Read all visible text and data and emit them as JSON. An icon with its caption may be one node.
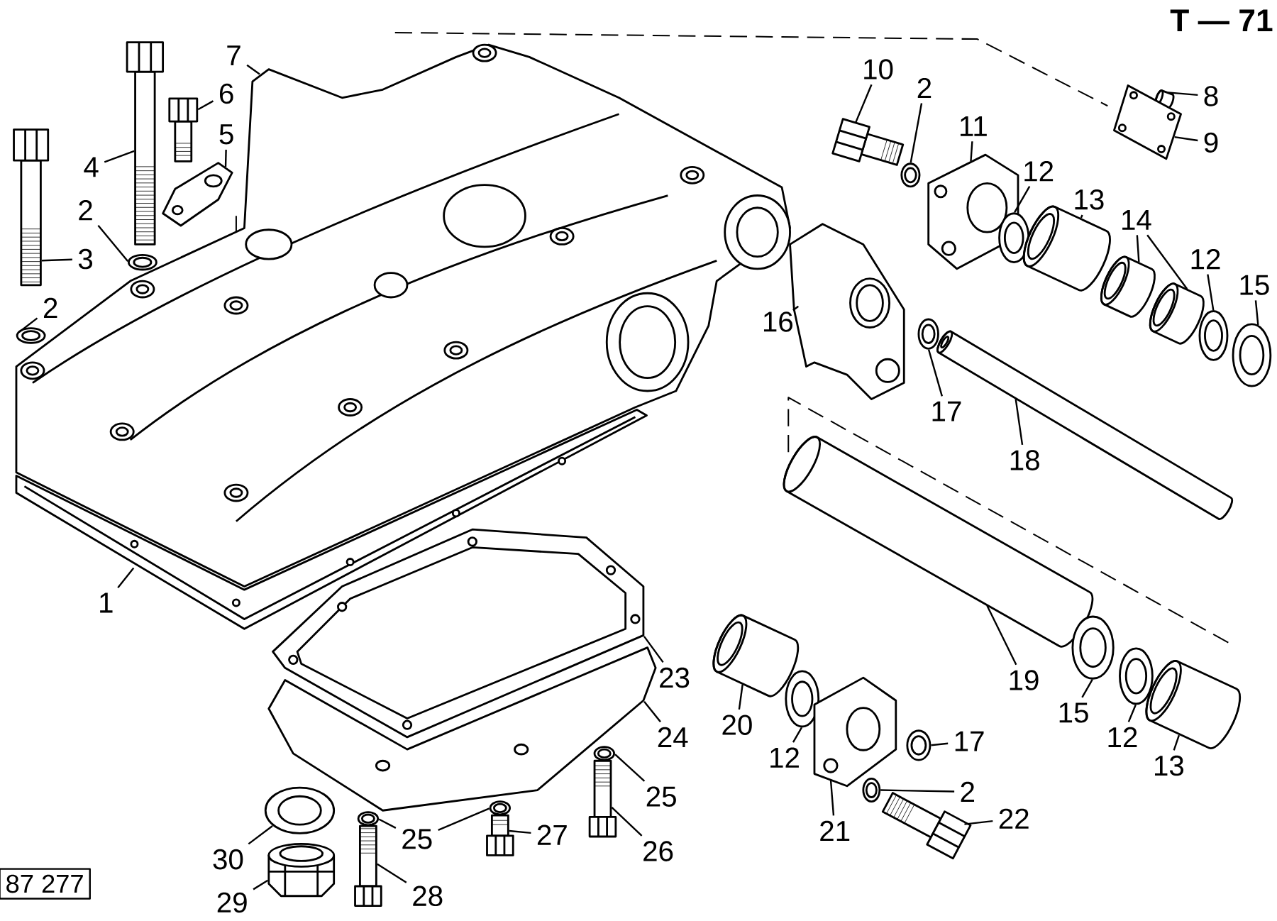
{
  "diagram": {
    "nodes": [
      {
        "text": [
          "1"
        ]
      },
      {
        "text": [],
        "shape": "picture"
      },
      {
        "text": [
          "2"
        ]
      },
      {
        "text": [],
        "shape": "picture"
      },
      {
        "text": [
          "3"
        ]
      },
      {
        "text": [],
        "shape": "picture"
      },
      {
        "text": [
          "2"
        ]
      },
      {
        "text": [],
        "shape": "picture"
      },
      {
        "text": [
          "4"
        ]
      },
      {
        "text": [],
        "shape": "picture"
      },
      {
        "text": [
          "6"
        ]
      },
      {
        "text": [],
        "shape": "picture"
      },
      {
        "text": [
          "5"
        ]
      },
      {
        "text": [],
        "shape": "picture"
      },
      {
        "text": [
          "7"
        ]
      },
      {
        "text": [],
        "shape": "picture"
      },
      {
        "text": [
          "10"
        ]
      },
      {
        "text": [],
        "shape": "picture"
      },
      {
        "text": [
          "2"
        ]
      },
      {
        "text": [],
        "shape": "picture"
      },
      {
        "text": [
          "11"
        ]
      },
      {
        "text": [],
        "shape": "picture"
      },
      {
        "text": [
          "8"
        ]
      },
      {
        "text": [],
        "shape": "picture"
      },
      {
        "text": [
          "9"
        ]
      },
      {
        "text": [],
        "shape": "picture"
      },
      {
        "text": [
          "12"
        ]
      },
      {
        "text": [],
        "shape": "picture"
      },
      {
        "text": [
          "13"
        ]
      },
      {
        "text": [],
        "shape": "picture"
      },
      {
        "text": [
          "14"
        ]
      },
      {
        "text": [],
        "shape": "picture"
      },
      {
        "text": [],
        "shape": "picture"
      },
      {
        "text": [
          "12"
        ]
      },
      {
        "text": [],
        "shape": "picture"
      },
      {
        "text": [
          "15"
        ]
      },
      {
        "text": [],
        "shape": "picture"
      },
      {
        "text": [
          "16"
        ]
      },
      {
        "text": [],
        "shape": "picture"
      },
      {
        "text": [
          "17"
        ]
      },
      {
        "text": [],
        "shape": "picture"
      },
      {
        "text": [
          "18"
        ]
      },
      {
        "text": [],
        "shape": "picture"
      },
      {
        "text": [
          "19"
        ]
      },
      {
        "text": [],
        "shape": "picture"
      },
      {
        "text": [
          "20"
        ]
      },
      {
        "text": [],
        "shape": "picture"
      },
      {
        "text": [
          "12"
        ]
      },
      {
        "text": [],
        "shape": "picture"
      },
      {
        "text": [
          "15"
        ]
      },
      {
        "text": [],
        "shape": "picture"
      },
      {
        "text": [
          "12"
        ]
      },
      {
        "text": [],
        "shape": "picture"
      },
      {
        "text": [
          "13"
        ]
      },
      {
        "text": [],
        "shape": "picture"
      },
      {
        "text": [
          "17"
        ]
      },
      {
        "text": [],
        "shape": "picture"
      },
      {
        "text": [
          "2"
        ]
      },
      {
        "text": [],
        "shape": "picture"
      },
      {
        "text": [
          "21"
        ]
      },
      {
        "text": [],
        "shape": "picture"
      },
      {
        "text": [
          "22"
        ]
      },
      {
        "text": [],
        "shape": "picture"
      },
      {
        "text": [
          "23"
        ]
      },
      {
        "text": [],
        "shape": "picture"
      },
      {
        "text": [
          "24"
        ]
      },
      {
        "text": [],
        "shape": "picture"
      },
      {
        "text": [
          "25"
        ]
      },
      {
        "text": [],
        "shape": "picture"
      },
      {
        "text": [
          "26"
        ]
      },
      {
        "text": [],
        "shape": "picture"
      },
      {
        "text": [
          "25"
        ]
      },
      {
        "text": [],
        "shape": "picture"
      },
      {
        "text": [],
        "shape": "picture"
      },
      {
        "text": [
          "27"
        ]
      },
      {
        "text": [],
        "shape": "picture"
      },
      {
        "text": [
          "28"
        ]
      },
      {
        "text": [],
        "shape": "picture"
      },
      {
        "text": [
          "30"
        ]
      },
      {
        "text": [],
        "shape": "picture"
      },
      {
        "text": [
          "29"
        ]
      },
      {
        "text": [],
        "shape": "picture"
      }
    ],
    "edges": [
      {
        "from": 0,
        "to": 1,
        "arrow": "none"
      },
      {
        "from": 2,
        "to": 3,
        "arrow": "none"
      },
      {
        "from": 4,
        "to": 5,
        "arrow": "none"
      },
      {
        "from": 6,
        "to": 7,
        "arrow": "none"
      },
      {
        "from": 8,
        "to": 9,
        "arrow": "none"
      },
      {
        "from": 10,
        "to": 11,
        "arrow": "none"
      },
      {
        "from": 12,
        "to": 13,
        "arrow": "none"
      },
      {
        "from": 14,
        "to": 15,
        "arrow": "none"
      },
      {
        "from": 16,
        "to": 17,
        "arrow": "none"
      },
      {
        "from": 18,
        "to": 19,
        "arrow": "none"
      },
      {
        "from": 20,
        "to": 21,
        "arrow": "none"
      },
      {
        "from": 22,
        "to": 23,
        "arrow": "none"
      },
      {
        "from": 24,
        "to": 25,
        "arrow": "none"
      },
      {
        "from": 26,
        "to": 27,
        "arrow": "none"
      },
      {
        "from": 28,
        "to": 29,
        "arrow": "none"
      },
      {
        "from": 30,
        "to": 31,
        "arrow": "none"
      },
      {
        "from": 30,
        "to": 32,
        "arrow": "none"
      },
      {
        "from": 33,
        "to": 34,
        "arrow": "none"
      },
      {
        "from": 35,
        "to": 36,
        "arrow": "none"
      },
      {
        "from": 37,
        "to": 38,
        "arrow": "none"
      },
      {
        "from": 39,
        "to": 40,
        "arrow": "none"
      },
      {
        "from": 41,
        "to": 42,
        "arrow": "none"
      },
      {
        "from": 43,
        "to": 44,
        "arrow": "none"
      },
      {
        "from": 45,
        "to": 46,
        "arrow": "none"
      },
      {
        "from": 47,
        "to": 48,
        "arrow": "none"
      },
      {
        "from": 49,
        "to": 50,
        "arrow": "none"
      },
      {
        "from": 51,
        "to": 52,
        "arrow": "none"
      },
      {
        "from": 53,
        "to": 54,
        "arrow": "none"
      },
      {
        "from": 55,
        "to": 56,
        "arrow": "none"
      },
      {
        "from": 57,
        "to": 58,
        "arrow": "none"
      },
      {
        "from": 59,
        "to": 60,
        "arrow": "none"
      },
      {
        "from": 61,
        "to": 62,
        "arrow": "none"
      },
      {
        "from": 63,
        "to": 64,
        "arrow": "none"
      },
      {
        "from": 65,
        "to": 66,
        "arrow": "none"
      },
      {
        "from": 67,
        "to": 68,
        "arrow": "none"
      },
      {
        "from": 69,
        "to": 70,
        "arrow": "none"
      },
      {
        "from": 71,
        "to": 72,
        "arrow": "none"
      },
      {
        "from": 71,
        "to": 73,
        "arrow": "none"
      },
      {
        "from": 74,
        "to": 75,
        "arrow": "none"
      },
      {
        "from": 76,
        "to": 77,
        "arrow": "none"
      },
      {
        "from": 78,
        "to": 79,
        "arrow": "none"
      },
      {
        "from": 80,
        "to": 81,
        "arrow": "none"
      }
    ],
    "labels": [
      "T — 71",
      "87 277"
    ]
  }
}
